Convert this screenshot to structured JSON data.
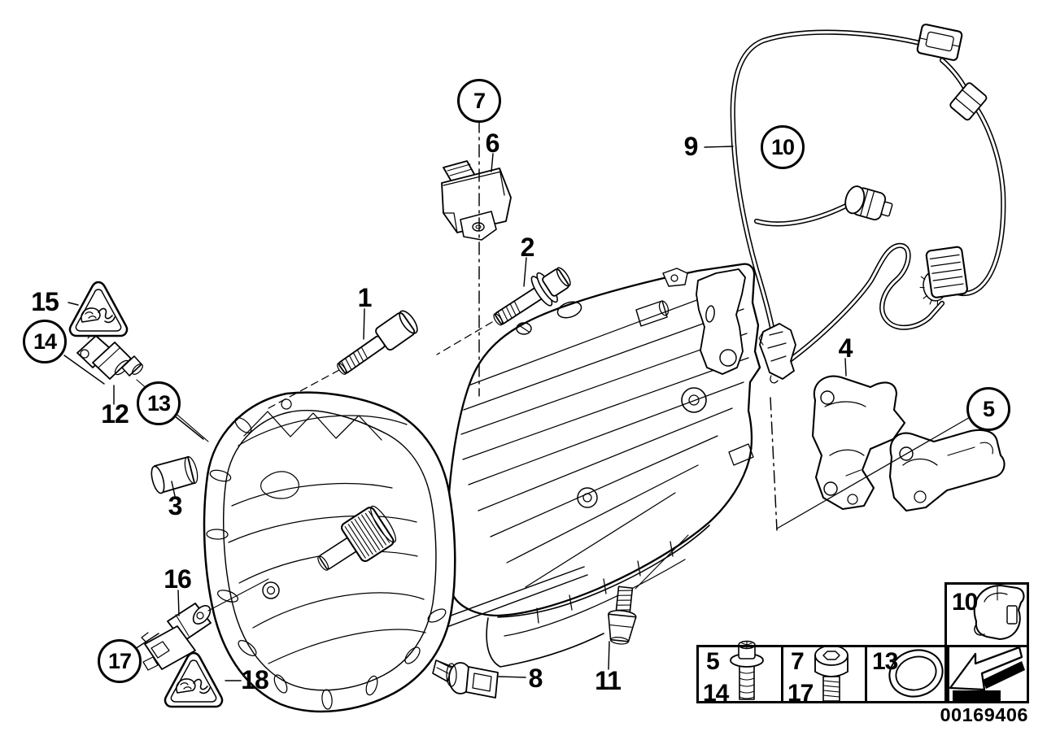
{
  "page": {
    "background": "#ffffff",
    "line_color": "#000000"
  },
  "diagram": {
    "callouts": [
      {
        "label": "1",
        "circled": false
      },
      {
        "label": "2",
        "circled": false
      },
      {
        "label": "3",
        "circled": false
      },
      {
        "label": "4",
        "circled": false
      },
      {
        "label": "5",
        "circled": true
      },
      {
        "label": "6",
        "circled": false
      },
      {
        "label": "7",
        "circled": true
      },
      {
        "label": "8",
        "circled": false
      },
      {
        "label": "9",
        "circled": false
      },
      {
        "label": "10",
        "circled": true
      },
      {
        "label": "11",
        "circled": false
      },
      {
        "label": "12",
        "circled": false
      },
      {
        "label": "13",
        "circled": true
      },
      {
        "label": "14",
        "circled": true
      },
      {
        "label": "15",
        "circled": false
      },
      {
        "label": "16",
        "circled": false
      },
      {
        "label": "17",
        "circled": true
      },
      {
        "label": "18",
        "circled": false
      }
    ],
    "legend": {
      "cells": [
        {
          "icon": "flange-screw-icon",
          "labels": [
            "5",
            "14"
          ]
        },
        {
          "icon": "socket-head-screw-icon",
          "labels": [
            "7",
            "17"
          ]
        },
        {
          "icon": "o-ring-icon",
          "labels": [
            "13"
          ]
        },
        {
          "icon": "cable-clip-icon",
          "labels": [
            "10"
          ]
        },
        {
          "icon": "direction-arrow-icon",
          "labels": []
        }
      ]
    },
    "image_number": "00169406"
  }
}
